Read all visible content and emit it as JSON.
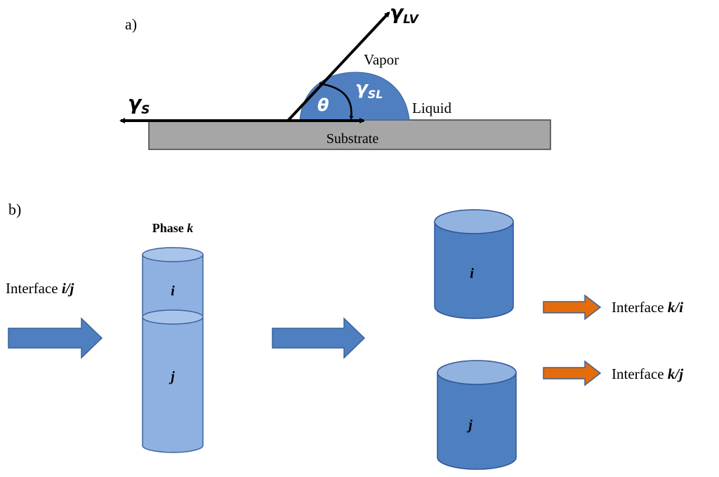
{
  "panel_a": {
    "label": "a)",
    "gamma_lv": {
      "symbol": "γ",
      "sub": "LV"
    },
    "gamma_s": {
      "symbol": "γ",
      "sub": "S"
    },
    "gamma_sl": {
      "symbol": "γ",
      "sub": "SL"
    },
    "theta": "θ",
    "vapor": "Vapor",
    "liquid": "Liquid",
    "substrate": "Substrate"
  },
  "panel_b": {
    "label": "b)",
    "phase": {
      "text": "Phase ",
      "var": "k"
    },
    "interface_in": {
      "text": "Interface ",
      "var": "i/j"
    },
    "column_i": "i",
    "column_j": "j",
    "cyl_i": "i",
    "cyl_j": "j",
    "interface_ki": {
      "text": "Interface ",
      "var": "k/i"
    },
    "interface_kj": {
      "text": "Interface ",
      "var": "k/j"
    }
  },
  "colors": {
    "drop": "#4f7fc0",
    "light_cyl": "#8fb1e2",
    "dark_cyl": "#4e7fc0",
    "arrow_blue": "#4e7fc0",
    "arrow_orange": "#e46c0a",
    "substrate": "#a6a6a6"
  }
}
